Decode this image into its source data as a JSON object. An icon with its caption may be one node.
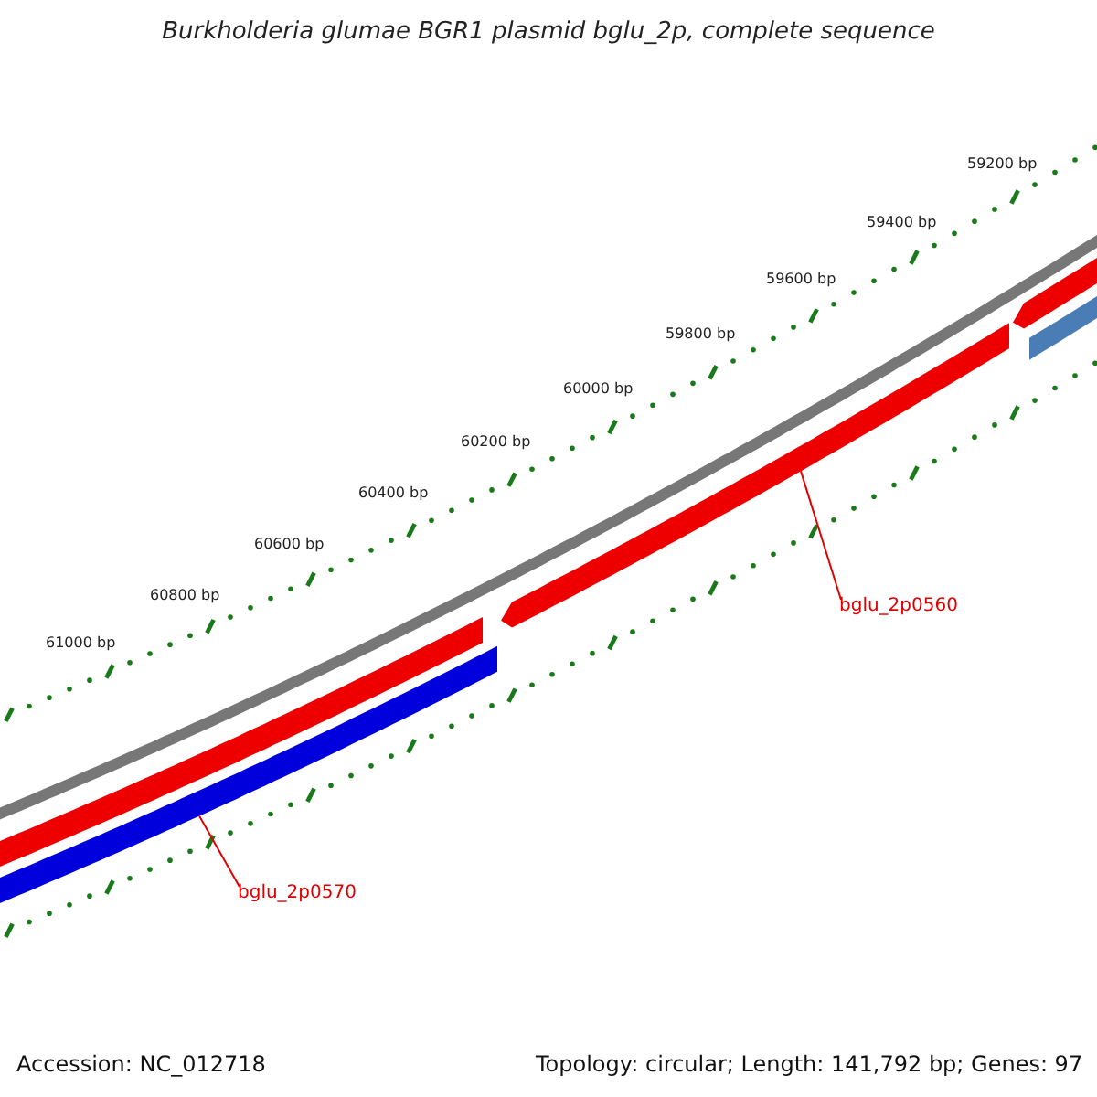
{
  "diagram": {
    "title": "Burkholderia glumae BGR1 plasmid bglu_2p, complete sequence",
    "nodes": [
      {
        "text": [
          "bglu_2p0560"
        ]
      },
      {
        "text": [],
        "shape": "bar"
      },
      {
        "text": [
          "bglu_2p0570"
        ]
      },
      {
        "text": [],
        "shape": "bar"
      },
      {
        "text": [],
        "shape": "bar"
      },
      {
        "text": [],
        "shape": "bar"
      },
      {
        "text": [],
        "shape": "bar"
      }
    ],
    "edges": [
      {
        "from": 0,
        "to": 1,
        "arrow": "none"
      },
      {
        "from": 2,
        "to": 3,
        "arrow": "none"
      }
    ],
    "labels": [
      "59200 bp",
      "59400 bp",
      "59600 bp",
      "59800 bp",
      "60000 bp",
      "60200 bp",
      "60400 bp",
      "60600 bp",
      "60800 bp",
      "61000 bp",
      "Accession: NC_012718",
      "Topology: circular; Length: 141,792 bp; Genes: 97"
    ]
  }
}
